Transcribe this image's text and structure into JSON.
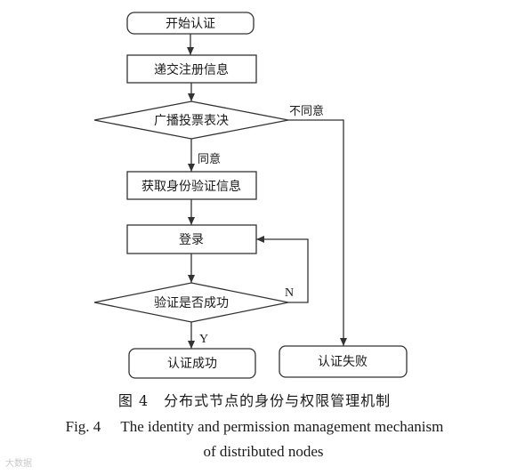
{
  "diagram": {
    "nodes": {
      "start": "开始认证",
      "submit": "递交注册信息",
      "vote": "广播投票表决",
      "get_info": "获取身份验证信息",
      "login": "登录",
      "verify": "验证是否成功",
      "success": "认证成功",
      "fail": "认证失败"
    },
    "edge_labels": {
      "agree": "同意",
      "disagree": "不同意",
      "no": "N",
      "yes": "Y"
    }
  },
  "caption": {
    "cn": "图 4　分布式节点的身份与权限管理机制",
    "en_prefix": "Fig. 4",
    "en_line1": "The identity and permission management mechanism",
    "en_line2": "of distributed nodes"
  },
  "watermark": "大数据"
}
